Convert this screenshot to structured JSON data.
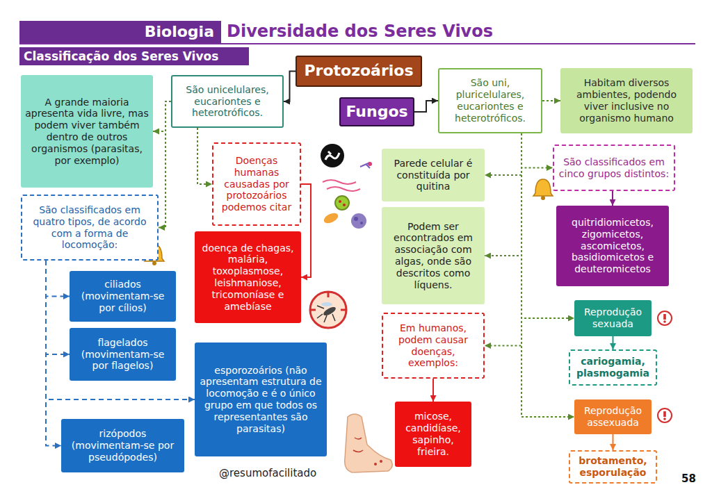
{
  "diagram": {
    "title": "Diversidade dos Seres Vivos",
    "nodes": [
      {
        "text": [
          "Biologia"
        ]
      },
      {
        "text": [
          "Classificação dos Seres Vivos"
        ]
      },
      {
        "text": [
          "Protozoários"
        ]
      },
      {
        "text": [
          "Fungos"
        ]
      },
      {
        "text": [
          "São unicelulares, eucariontes e heterotróficos."
        ]
      },
      {
        "text": [
          "São uni, pluricelulares, eucariontes e heterotróficos."
        ]
      },
      {
        "text": [
          "Habitam diversos ambientes, podendo viver inclusive no organismo humano"
        ]
      },
      {
        "text": [
          "A grande maioria apresenta vida livre, mas podem viver também dentro de outros organismos (parasitas, por exemplo)"
        ]
      },
      {
        "text": [
          "Doenças humanas causadas por protozoários podemos citar"
        ]
      },
      {
        "text": [
          "São classificados em quatro tipos, de acordo com a forma de locomoção:"
        ]
      },
      {
        "text": [
          "Parede celular é constituída por quitina"
        ]
      },
      {
        "text": [
          "São classificados em cinco grupos distintos:"
        ]
      },
      {
        "text": [
          "quitridiomicetos, zigomicetos, ascomicetos, basidiomicetos e deuteromicetos"
        ]
      },
      {
        "text": [
          "doença de chagas, malária, toxoplasmose, leishmaniose, tricomoníase e amebíase"
        ]
      },
      {
        "text": [
          "Podem ser encontrados em associação com algas, onde são descritos como líquens."
        ]
      },
      {
        "text": [
          "ciliados (movimentam-se por cílios)"
        ]
      },
      {
        "text": [
          "Reprodução sexuada"
        ]
      },
      {
        "text": [
          "Em humanos, podem causar doenças, exemplos:"
        ]
      },
      {
        "text": [
          "flagelados (movimentam-se por flagelos)"
        ]
      },
      {
        "text": [
          "esporozoários (não apresentam estrutura de locomoção e é o único grupo em que todos os representantes são parasitas)"
        ]
      },
      {
        "text": [
          "cariogamia, plasmogamia"
        ]
      },
      {
        "text": [
          "micose, candidíase, sapinho, frieira."
        ]
      },
      {
        "text": [
          "Reprodução assexuada"
        ]
      },
      {
        "text": [
          "rizópodos (movimentam-se por pseudópodes)"
        ]
      },
      {
        "text": [
          "brotamento, esporulação"
        ]
      }
    ],
    "edges": [
      {
        "from": 2,
        "to": 4,
        "arrow": "to"
      },
      {
        "from": 3,
        "to": 5,
        "arrow": "to"
      },
      {
        "from": 4,
        "to": 7,
        "arrow": "to"
      },
      {
        "from": 4,
        "to": 8,
        "arrow": "to"
      },
      {
        "from": 4,
        "to": 9,
        "arrow": "to"
      },
      {
        "from": 8,
        "to": 13,
        "arrow": "to"
      },
      {
        "from": 9,
        "to": 15,
        "arrow": "to"
      },
      {
        "from": 9,
        "to": 18,
        "arrow": "to"
      },
      {
        "from": 9,
        "to": 19,
        "arrow": "to"
      },
      {
        "from": 9,
        "to": 23,
        "arrow": "to"
      },
      {
        "from": 5,
        "to": 6,
        "arrow": "to"
      },
      {
        "from": 5,
        "to": 11,
        "arrow": "to"
      },
      {
        "from": 5,
        "to": 10,
        "arrow": "to"
      },
      {
        "from": 5,
        "to": 14,
        "arrow": "to"
      },
      {
        "from": 5,
        "to": 17,
        "arrow": "to"
      },
      {
        "from": 5,
        "to": 16,
        "arrow": "to"
      },
      {
        "from": 5,
        "to": 22,
        "arrow": "to"
      },
      {
        "from": 11,
        "to": 12,
        "arrow": "to"
      },
      {
        "from": 16,
        "to": 20,
        "arrow": "to"
      },
      {
        "from": 22,
        "to": 24,
        "arrow": "to"
      },
      {
        "from": 17,
        "to": 21,
        "arrow": "to"
      }
    ],
    "labels": [
      "@resumofacilitado",
      "58"
    ]
  }
}
